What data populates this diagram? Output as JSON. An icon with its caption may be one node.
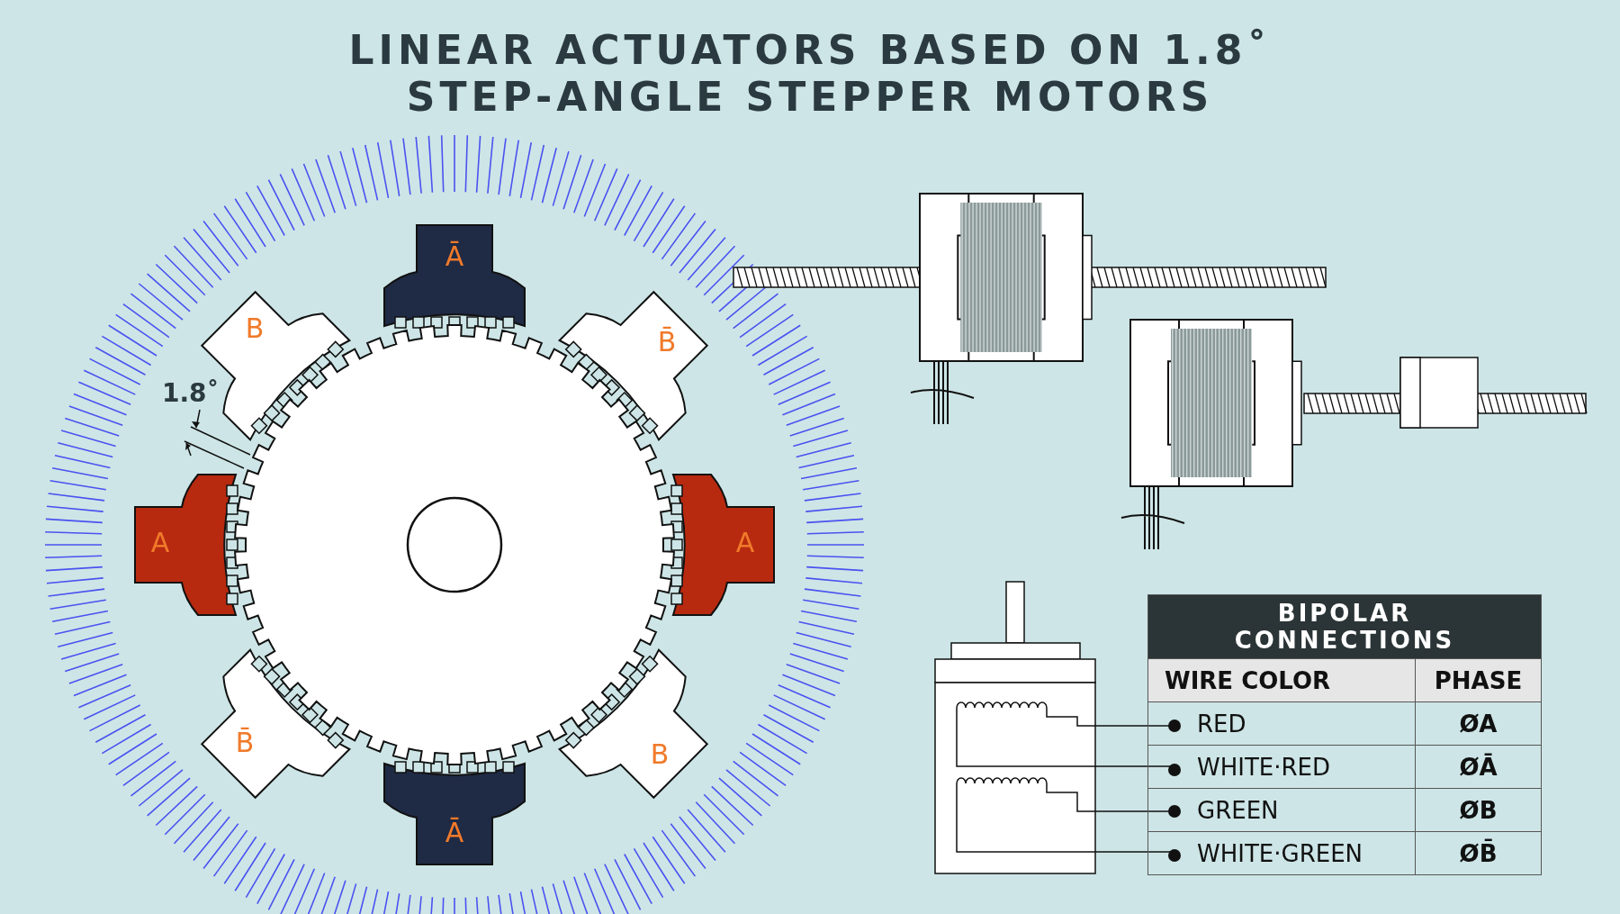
{
  "diagram": {
    "title": "LINEAR ACTUATORS BASED ON 1.8˚ STEP-ANGLE STEPPER MOTORS",
    "labels": [
      "Ā",
      "B",
      "B̄",
      "1.8˚",
      "A",
      "A",
      "B̄",
      "B",
      "Ā",
      "BIPOLAR CONNECTIONS",
      "WIRE COLOR",
      "PHASE",
      "RED",
      "ØA",
      "WHITE·RED",
      "ØĀ",
      "GREEN",
      "ØB",
      "WHITE·GREEN",
      "ØB̄"
    ]
  }
}
